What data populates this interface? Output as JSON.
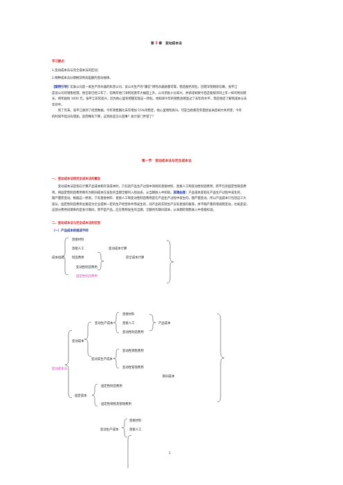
{
  "chapter": {
    "prefix": "第 ",
    "num": "3",
    "suffix": " 章　变动成本法"
  },
  "objectives": {
    "heading": "学习要点：",
    "items": [
      "1.变动成本法与完全成本法的区别；",
      "2.两种成本法分期税前利润差额的变动规律。"
    ]
  },
  "case": {
    "tag": "【案例引导】",
    "lines": [
      "宏泰公司是一家生产热水器的私营公司，该公司生产的“康宏”牌热水器质量可靠，售后服务到位，因而深受顾客信赖。张平江",
      "是该公司的销售经理，他任职已经三年了，前两年他门净利润逐年大幅度上升，公司老板十分高兴，并承诺如果今后还能保持同上年一样的利润增",
      "长，将奖励他 1000 元。张平江非常高兴，因为他心里有把握实现这一目标，他知道今年的销售会明显过了去年的水平，而且他还了解到成本与去",
      "年持平。",
      "　　到了年末，张平江收到了经营数据，今年销售额比去年增加 15%持稳定，他心里暗暗高兴。可是当他看完年度损益表后却大失所望，今年",
      "的利润不但没有增加，反而略有下降，这到底是怎么回事？会计部门弄错了？"
    ]
  },
  "section": {
    "title": "第一节　变动成本法与完全成本法"
  },
  "concept": {
    "heading": "一、变动成本法和完全成本法的概念",
    "lines": [
      "　　变动成本法是指在计算产品成本和存货成本时，只包括产品生产过程中消耗的直接材料、直接人工和变动性制造费用，而不包括固定性制造费",
      "用，将固定性制造费用和作为期间成本在发生的当期全额列入损益表，从当期收入中扣除。其理由是：产品成本是指在产品生产过程中发生的，",
      "随产量而变动。根据这一原则，只有直接材料、直接人工和变动性制造费用是在产品生产过程中发生的，随产量变动，所以产品成本只包括这三大",
      "部分。固定性制造费用主要是为企业提供一定的生产经营条件而发生的，同产品的实际生产没有直接的联系，并不随产量的增减而变动，也就是说，",
      "这部分费用同期系的是会计期间，而不是产品，应在费用发生的当期，全额列作期间成本，从本期的销售收入中直接扣减。"
    ],
    "highlight": "其理由是："
  },
  "difference": {
    "heading": "二、变动成本法与完全成本法的区别",
    "sub": "（一）产品成本的组成不同"
  },
  "diagram1": {
    "root": "成本组成",
    "items": [
      "直接材料",
      "直接人工",
      "制造费用",
      "变动性制造费用",
      "固定性制造费用"
    ],
    "labelVar": "变动成本计算",
    "labelFull": "完全成本计算"
  },
  "diagram2": {
    "root": "变动成本法",
    "varCost": "变动成本",
    "varProd": "变动生产成本",
    "prodItems": [
      "直接材料",
      "直接人工",
      "变动性制造费用"
    ],
    "prodLabel": "产品成本",
    "varNonProd": "变动非生产成本",
    "nonProdItems": [
      "变动性销售费用",
      "变动性管理费用"
    ],
    "periodLabel": "期间成本",
    "fixedCost": "固定成本",
    "fixedItems": [
      "固定性制造费用",
      "固定性销售及管理费用"
    ]
  },
  "diagram3": {
    "varProd": "变动生产成本",
    "items": [
      "直接材料",
      "直接人工"
    ]
  },
  "page_number": "1"
}
